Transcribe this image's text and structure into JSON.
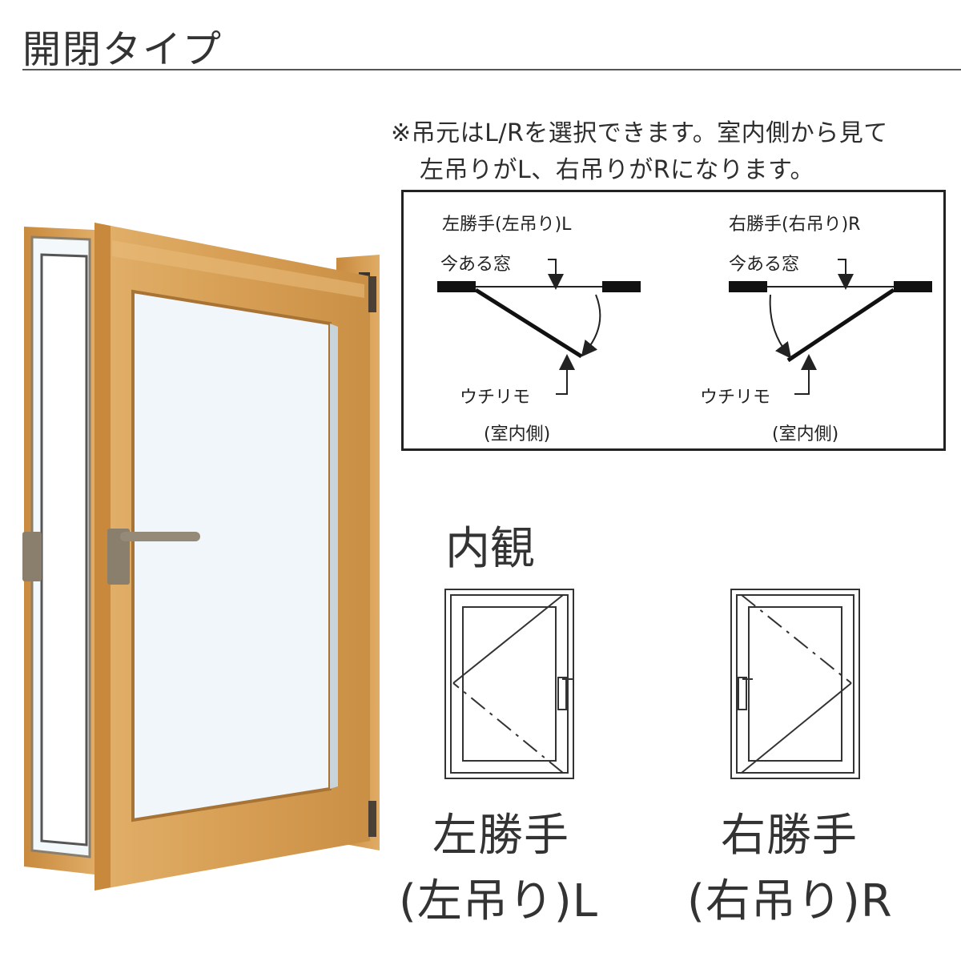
{
  "title": "開閉タイプ",
  "note": {
    "line1": "※吊元はL/Rを選択できます。室内側から見て",
    "line2": "左吊りがL、右吊りがRになります。"
  },
  "diagram": {
    "left": {
      "heading": "左勝手(左吊り)L",
      "existing_window": "今ある窓",
      "inner_window": "ウチリモ",
      "indoor": "(室内側)"
    },
    "right": {
      "heading": "右勝手(右吊り)R",
      "existing_window": "今ある窓",
      "inner_window": "ウチリモ",
      "indoor": "(室内側)"
    }
  },
  "interior_view": {
    "heading": "内観",
    "left_label_1": "左勝手",
    "left_label_2": "(左吊り)L",
    "right_label_1": "右勝手",
    "right_label_2": "(右吊り)R"
  },
  "colors": {
    "frame_wood": "#d9a45e",
    "frame_wood_dark": "#b9803c",
    "glass": "#f2f7fb",
    "hardware": "#8a7e6c",
    "line": "#222222"
  }
}
